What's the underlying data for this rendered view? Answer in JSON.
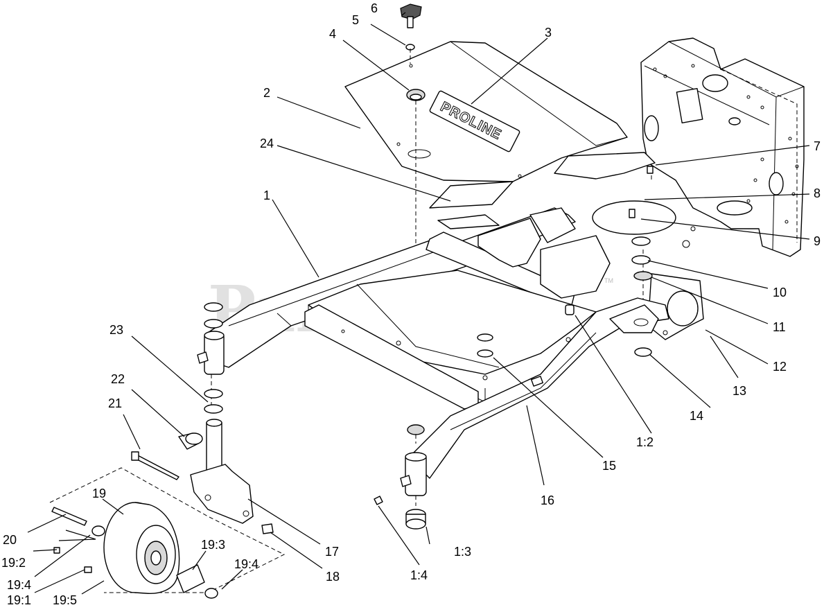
{
  "watermark": {
    "text": "PartsTree",
    "trademark": "TM"
  },
  "cover_logo": "PROLINE",
  "callouts": {
    "c1": "1",
    "c2": "2",
    "c3": "3",
    "c4": "4",
    "c5": "5",
    "c6": "6",
    "c7": "7",
    "c8": "8",
    "c9": "9",
    "c10": "10",
    "c11": "11",
    "c12": "12",
    "c13": "13",
    "c14": "14",
    "c15": "15",
    "c16": "16",
    "c17": "17",
    "c18": "18",
    "c19": "19",
    "c20": "20",
    "c21": "21",
    "c22": "22",
    "c23": "23",
    "c24": "24",
    "c1_2": "1:2",
    "c1_3": "1:3",
    "c1_4": "1:4",
    "c19_1": "19:1",
    "c19_2": "19:2",
    "c19_3": "19:3",
    "c19_4a": "19:4",
    "c19_4b": "19:4",
    "c19_5": "19:5"
  }
}
